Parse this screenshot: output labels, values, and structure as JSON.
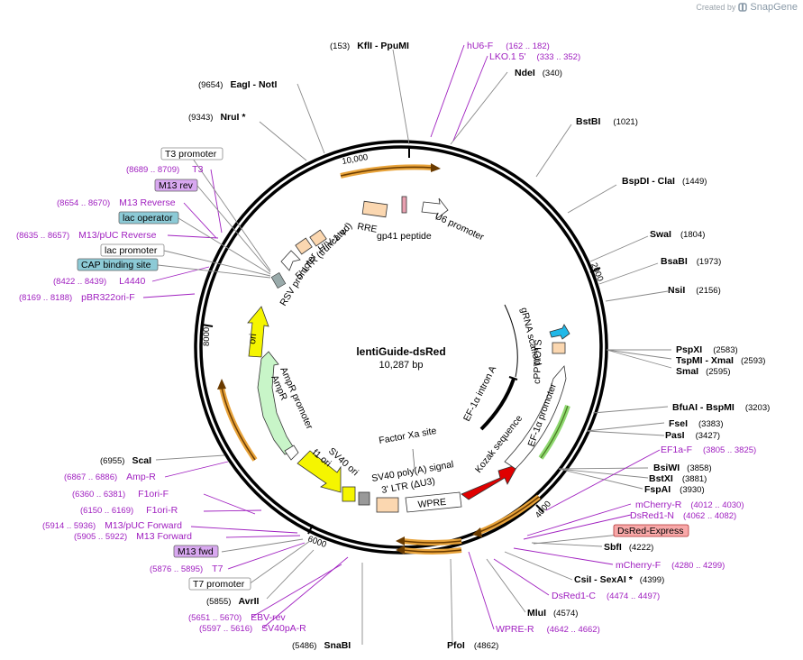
{
  "brand": {
    "prefix": "Created by",
    "name": "SnapGene"
  },
  "plasmid": {
    "name": "lentiGuide-dsRed",
    "size_label": "10,287 bp"
  },
  "ticks": [
    "2000",
    "4000",
    "6000",
    "8000",
    "10,000"
  ],
  "sites": [
    {
      "enzymes": "KflI  - PpuMI",
      "pos": "(153)"
    },
    {
      "enzymes": "NdeI",
      "pos": "(340)"
    },
    {
      "enzymes": "BstBI",
      "pos": "(1021)"
    },
    {
      "enzymes": "BspDI  - ClaI",
      "pos": "(1449)"
    },
    {
      "enzymes": "SwaI",
      "pos": "(1804)"
    },
    {
      "enzymes": "BsaBI",
      "pos": "(1973)"
    },
    {
      "enzymes": "NsiI",
      "pos": "(2156)"
    },
    {
      "enzymes": "PspXI",
      "pos": "(2583)"
    },
    {
      "enzymes": "TspMI  - XmaI",
      "pos": "(2593)"
    },
    {
      "enzymes": "SmaI",
      "pos": "(2595)"
    },
    {
      "enzymes": "BfuAI  - BspMI",
      "pos": "(3203)"
    },
    {
      "enzymes": "FseI",
      "pos": "(3383)"
    },
    {
      "enzymes": "PasI",
      "pos": "(3427)"
    },
    {
      "enzymes": "BsiWI",
      "pos": "(3858)"
    },
    {
      "enzymes": "BstXI",
      "pos": "(3881)"
    },
    {
      "enzymes": "FspAI",
      "pos": "(3930)"
    },
    {
      "enzymes": "SbfI",
      "pos": "(4222)"
    },
    {
      "enzymes": "CsiI  - SexAI *",
      "pos": "(4399)"
    },
    {
      "enzymes": "MluI",
      "pos": "(4574)"
    },
    {
      "enzymes": "PfoI",
      "pos": "(4862)"
    },
    {
      "enzymes": "SnaBI",
      "pos": "(5486)"
    },
    {
      "enzymes": "AvrII",
      "pos": "(5855)"
    },
    {
      "enzymes": "ScaI",
      "pos": "(6955)"
    },
    {
      "enzymes": "NruI *",
      "pos": "(9343)"
    },
    {
      "enzymes": "EagI  - NotI",
      "pos": "(9654)"
    }
  ],
  "primers": [
    {
      "name": "hU6-F",
      "pos": "(162 .. 182)"
    },
    {
      "name": "LKO.1 5'",
      "pos": "(333 .. 352)"
    },
    {
      "name": "EF1a-F",
      "pos": "(3805 .. 3825)"
    },
    {
      "name": "mCherry-R",
      "pos": "(4012 .. 4030)"
    },
    {
      "name": "DsRed1-N",
      "pos": "(4062 .. 4082)"
    },
    {
      "name": "mCherry-F",
      "pos": "(4280 .. 4299)"
    },
    {
      "name": "DsRed1-C",
      "pos": "(4474 .. 4497)"
    },
    {
      "name": "WPRE-R",
      "pos": "(4642 .. 4662)"
    },
    {
      "name": "EBV-rev",
      "pos": "(5651 .. 5670)"
    },
    {
      "name": "SV40pA-R",
      "pos": "(5597 .. 5616)"
    },
    {
      "name": "T7",
      "pos": "(5876 .. 5895)"
    },
    {
      "name": "M13 Forward",
      "pos": "(5905 .. 5922)"
    },
    {
      "name": "M13/pUC Forward",
      "pos": "(5914 .. 5936)"
    },
    {
      "name": "F1ori-R",
      "pos": "(6150 .. 6169)"
    },
    {
      "name": "F1ori-F",
      "pos": "(6360 .. 6381)"
    },
    {
      "name": "Amp-R",
      "pos": "(6867 .. 6886)"
    },
    {
      "name": "pBR322ori-F",
      "pos": "(8169 .. 8188)"
    },
    {
      "name": "L4440",
      "pos": "(8422 .. 8439)"
    },
    {
      "name": "M13/pUC Reverse",
      "pos": "(8635 .. 8657)"
    },
    {
      "name": "M13 Reverse",
      "pos": "(8654 .. 8670)"
    },
    {
      "name": "T3",
      "pos": "(8689 .. 8709)"
    }
  ],
  "boxed_labels": [
    {
      "text": "T3 promoter",
      "style": "white"
    },
    {
      "text": "M13 rev",
      "style": "purple"
    },
    {
      "text": "lac operator",
      "style": "teal"
    },
    {
      "text": "lac promoter",
      "style": "white"
    },
    {
      "text": "CAP binding site",
      "style": "teal"
    },
    {
      "text": "DsRed-Express",
      "style": "red"
    },
    {
      "text": "M13 fwd",
      "style": "purple"
    },
    {
      "text": "T7 promoter",
      "style": "white"
    }
  ],
  "feature_labels": [
    "U6 promoter",
    "gp41 peptide",
    "RRE",
    "HIV-1 Ψ",
    "5' LTR (truncated)",
    "RSV promoter",
    "ori",
    "AmpR promoter",
    "AmpR",
    "f1 ori",
    "SV40 ori",
    "SV40 poly(A) signal",
    "3' LTR (ΔU3)",
    "WPRE",
    "Kozak sequence",
    "EF-1α promoter",
    "EF-1α intron A",
    "cPPT/CTS",
    "gRNA scaffold",
    "Factor Xa site"
  ],
  "colors": {
    "backbone": "#000000",
    "site_line": "#888888",
    "primer": "#a020c0",
    "orange_feature": "#e8a33a",
    "yellow_feature": "#f5f500",
    "green_feature": "#c8f5c8",
    "red_feature": "#e00000",
    "peach_feature": "#fbd7b0",
    "pink_feature": "#e8a0b0",
    "cyan_feature": "#20b8e8",
    "teal_box": "#8ccad6",
    "purple_box": "#d8a8f0",
    "red_box": "#f8a8a8"
  }
}
